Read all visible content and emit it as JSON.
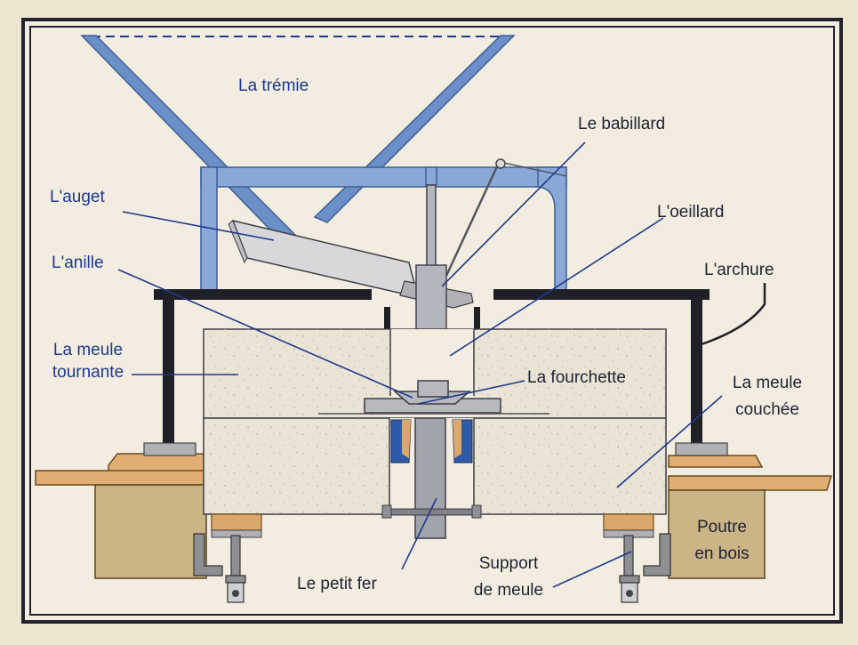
{
  "colors": {
    "frame": "#232330",
    "panel": "#f2ede0",
    "steel_blue": "#6b8fc7",
    "stone": "#eae4d6",
    "wood": "#e0ae72",
    "beam": "#cbb485",
    "bracket": "#8e8f93",
    "text_blue": "#1e3a8c",
    "text_dark": "#1d2333"
  },
  "labels": {
    "tremie": "La trémie",
    "babillard": "Le babillard",
    "auget": "L'auget",
    "oeillard": "L'oeillard",
    "anille": "L'anille",
    "archure": "L'archure",
    "meule_tournante_1": "La meule",
    "meule_tournante_2": "tournante",
    "fourchette": "La fourchette",
    "meule_couchee_1": "La meule",
    "meule_couchee_2": "couchée",
    "poutre_1": "Poutre",
    "poutre_2": "en bois",
    "support_1": "Support",
    "support_2": "de meule",
    "petit_fer": "Le petit fer"
  }
}
